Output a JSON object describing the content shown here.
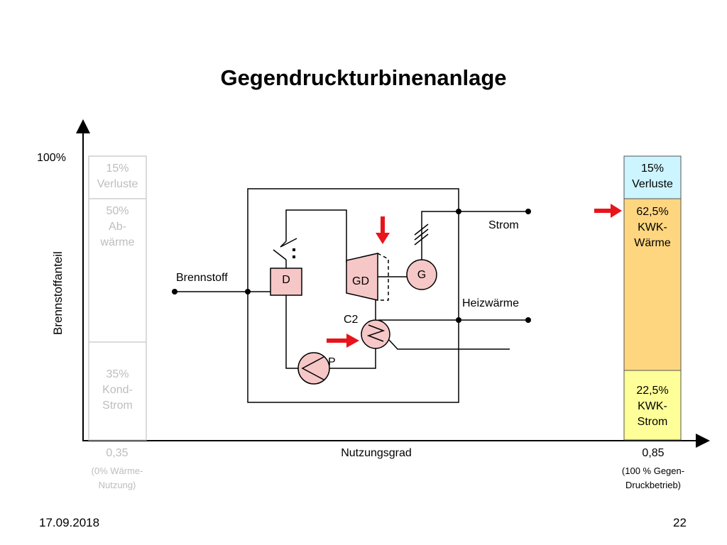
{
  "title": "Gegendruckturbinenanlage",
  "y_axis": {
    "label": "Brennstoffanteil",
    "top_tick": "100%"
  },
  "x_axis": {
    "label": "Nutzungsgrad"
  },
  "left_bar": {
    "segments": [
      {
        "pct": "15%",
        "name": "Verluste"
      },
      {
        "pct": "50%",
        "name_line1": "Ab-",
        "name_line2": "wärme"
      },
      {
        "pct": "35%",
        "name_line1": "Kond-",
        "name_line2": "Strom"
      }
    ],
    "value": "0,35",
    "note_line1": "(0% Wärme-",
    "note_line2": "Nutzung)"
  },
  "right_bar": {
    "segments": [
      {
        "pct": "15%",
        "name": "Verluste",
        "color": "#ccf5ff"
      },
      {
        "pct": "62,5%",
        "name_line1": "KWK-",
        "name_line2": "Wärme",
        "color": "#ffd680"
      },
      {
        "pct": "22,5%",
        "name_line1": "KWK-",
        "name_line2": "Strom",
        "color": "#ffff99"
      }
    ],
    "value": "0,85",
    "note_line1": "(100 % Gegen-",
    "note_line2": "Druckbetrieb)"
  },
  "schematic": {
    "d_label": "D",
    "gd_label": "GD",
    "g_label": "G",
    "p_label": "P",
    "c2_label": "C2",
    "fuel_label": "Brennstoff",
    "power_label": "Strom",
    "heat_label": "Heizwärme",
    "component_color": "#f6c7c7",
    "arrow_color": "#e8141b"
  },
  "footer": {
    "date": "17.09.2018",
    "page": "22"
  }
}
